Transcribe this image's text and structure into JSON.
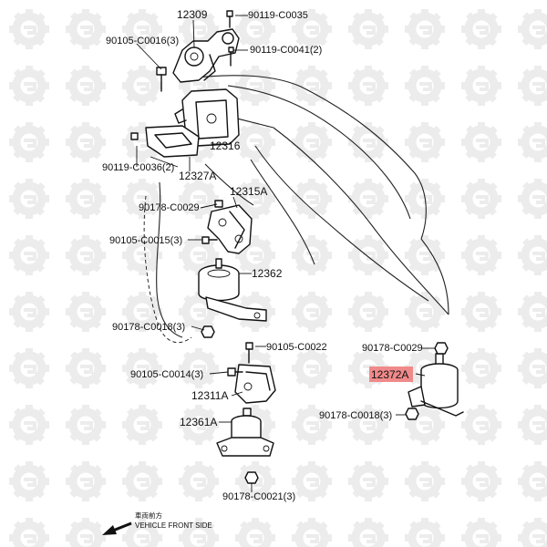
{
  "labels": {
    "p12309": "12309",
    "p90119_c0035": "90119-C0035",
    "p90105_c0016": "90105-C0016(3)",
    "p90119_c0041": "90119-C0041(2)",
    "p12316": "12316",
    "p90119_c0036": "90119-C0036(2)",
    "p12327a": "12327A",
    "p90178_c0029_top": "90178-C0029",
    "p12315a": "12315A",
    "p90105_c0015": "90105-C0015(3)",
    "p12362": "12362",
    "p90178_c0018_left": "90178-C0018(3)",
    "p90105_c0022": "90105-C0022",
    "p90105_c0014": "90105-C0014(3)",
    "p12311a": "12311A",
    "p12361a": "12361A",
    "p90178_c0021": "90178-C0021(3)",
    "p90178_c0029_right": "90178-C0029",
    "p12372a": "12372A",
    "p90178_c0018_right": "90178-C0018(3)"
  },
  "front": {
    "cjk_text": "車両前方",
    "text": "VEHICLE FRONT SIDE"
  },
  "colors": {
    "highlight": "#f08a8a",
    "watermark": "#ececec",
    "line": "#111111"
  },
  "icons": {
    "watermark": "gear-logo-watermark-icon",
    "arrow": "arrow-left-icon"
  }
}
